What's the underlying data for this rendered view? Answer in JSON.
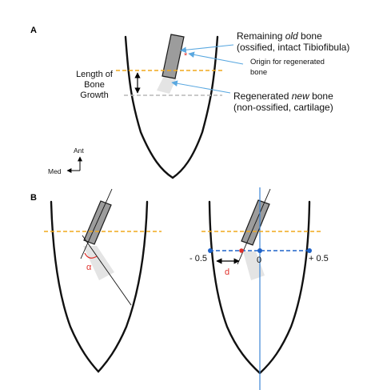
{
  "panels": {
    "a": {
      "letter": "A",
      "old_bone": {
        "line1": "Remaining ",
        "line1_em": "old",
        "line1_rest": " bone",
        "line2": "(ossified, intact Tibiofibula)"
      },
      "origin": {
        "line1": "Origin for regenerated",
        "line2": "bone"
      },
      "new_bone": {
        "line1": "Regenerated ",
        "line1_em": "new",
        "line1_rest": " bone",
        "line2": "(non-ossified, cartilage)"
      },
      "growth": {
        "line1": "Length of",
        "line2": "Bone",
        "line3": "Growth"
      },
      "compass": {
        "ant": "Ant",
        "med": "Med"
      }
    },
    "b": {
      "letter": "B",
      "alpha": "α",
      "d": "d",
      "scale": {
        "left": "- 0.5",
        "center": "0",
        "right": "+ 0.5"
      }
    }
  },
  "colors": {
    "ossified_line": "#f0a81c",
    "cartilage_line": "#b8b8b8",
    "pointer": "#5aa8e0",
    "blue_axis": "#3c86d6",
    "blue_point": "#1f63c8",
    "marker_red": "#e0302a",
    "old_bone_fill": "#9c9c9c",
    "new_bone_fill": "#e4e4e4"
  }
}
